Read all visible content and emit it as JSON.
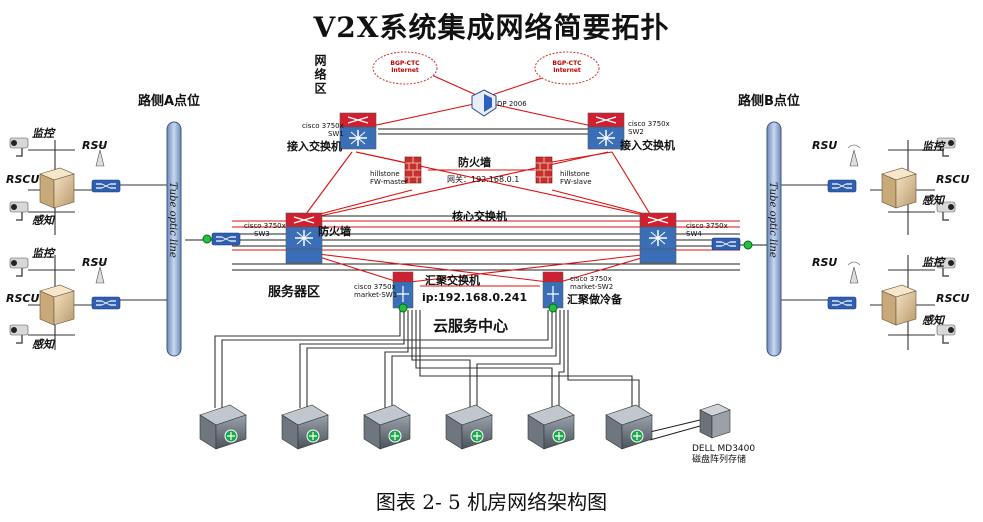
{
  "title": "V2X系统集成网络简要拓扑",
  "caption": "图表 2- 5 机房网络架构图",
  "zones": {
    "network_zone": "网络区",
    "server_zone": "服务器区",
    "cloud_center": "云服务中心",
    "roadside_a": "路侧A点位",
    "roadside_b": "路侧B点位"
  },
  "internet": [
    {
      "line1": "BGP-CTC",
      "line2": "Internet"
    },
    {
      "line1": "BGP-CTC",
      "line2": "Internet"
    }
  ],
  "dp_label": "DP 2006",
  "access_switches": [
    {
      "model": "cisco 3750x",
      "name": "SW1",
      "role": "接入交换机"
    },
    {
      "model": "cisco 3750x",
      "name": "SW2",
      "role": "接入交换机"
    }
  ],
  "firewall": {
    "title": "防火墙",
    "gateway": "网关：192.168.0.1",
    "master_brand": "hillstone",
    "master_name": "FW-master",
    "slave_brand": "hillstone",
    "slave_name": "FW-slave"
  },
  "core": {
    "title": "核心交换机",
    "firewall_overlay": "防火墙",
    "sw3_model": "cisco 3750x",
    "sw3_name": "SW3",
    "sw4_model": "cisco 3750x",
    "sw4_name": "SW4"
  },
  "aggregation": {
    "title": "汇聚交换机",
    "ip": "ip:192.168.0.241",
    "standby": "汇聚做冷备",
    "sw1_model": "cisco 3750x",
    "sw1_name": "market-SW1",
    "sw2_model": "cisco 3750x",
    "sw2_name": "market-SW2"
  },
  "storage": {
    "line1": "DELL MD3400",
    "line2": "磁盘阵列存储"
  },
  "roadside_labels": {
    "monitor": "监控",
    "rsu": "RSU",
    "rscu": "RSCU",
    "sensor": "感知",
    "fiber_a": "Tube optic line",
    "fiber_b": "Tube optic line"
  },
  "colors": {
    "red_line": "#e01010",
    "black_line": "#222222",
    "cloud_text": "#c00000",
    "fiber_bar": "#8fa9cf"
  }
}
